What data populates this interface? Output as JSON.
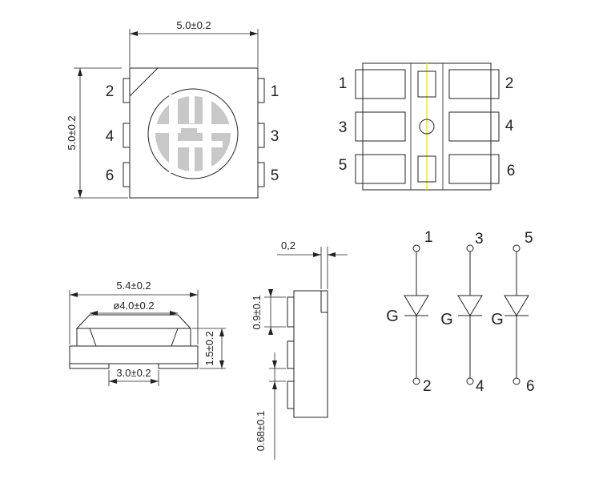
{
  "top_view": {
    "width_dim": "5.0±0.2",
    "height_dim": "5.0±0.2",
    "pins_left": [
      "2",
      "4",
      "6"
    ],
    "pins_right": [
      "1",
      "3",
      "5"
    ]
  },
  "bottom_view": {
    "pins_left": [
      "1",
      "3",
      "5"
    ],
    "pins_right": [
      "2",
      "4",
      "6"
    ]
  },
  "side_view": {
    "width_dim": "5.4±0.2",
    "lens_dim": "ø4.0±0.2",
    "base_dim": "3.0±0.2",
    "height_dim": "1.5±0.2"
  },
  "end_view": {
    "gap_dim": "0,2",
    "pad_dim": "0.9±0.1",
    "pitch_dim": "0.68±0.1"
  },
  "schematic": {
    "diodes": [
      {
        "anode": "1",
        "cathode": "2",
        "label": "G"
      },
      {
        "anode": "3",
        "cathode": "4",
        "label": "G"
      },
      {
        "anode": "5",
        "cathode": "6",
        "label": "G"
      }
    ]
  },
  "colors": {
    "line": "#222222",
    "lens_fill": "#c8c8c8",
    "center_line": "#e8e000"
  }
}
